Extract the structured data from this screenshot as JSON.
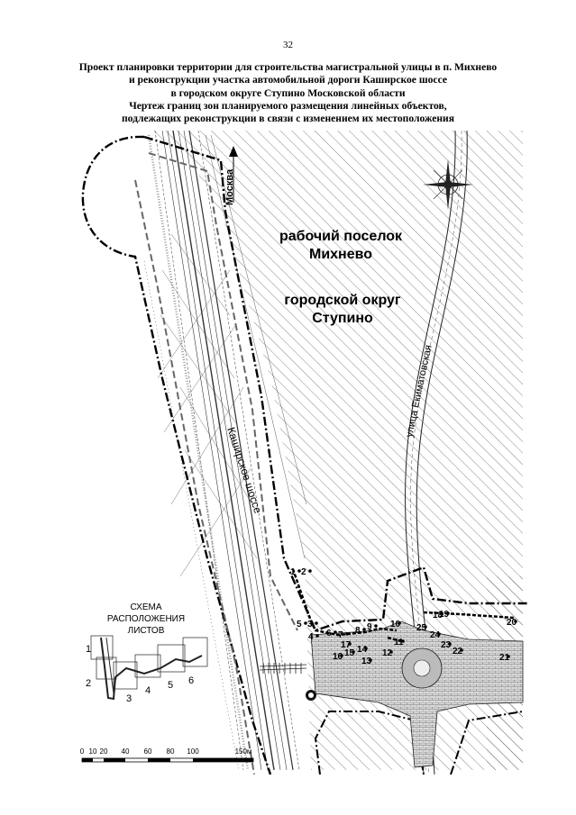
{
  "page_number": "32",
  "title_lines": [
    "Проект планировки территории для строительства магистральной улицы в п. Михнево",
    "и реконструкции участка автомобильной дороги Каширское шоссе",
    "в городском округе Ступино Московской области",
    "Чертеж границ зон планируемого размещения линейных объектов,",
    "подлежащих реконструкции в связи с изменением их местоположения"
  ],
  "map": {
    "labels": {
      "moskva": "Москва",
      "settlement_line1": "рабочий поселок",
      "settlement_line2": "Михнево",
      "district_line1": "городской округ",
      "district_line2": "Ступино",
      "kashirskoe": "Каширское шоссе",
      "ekimatovskaya": "улица Екиматовская"
    },
    "point_numbers": [
      "1",
      "2",
      "3",
      "4",
      "5",
      "6",
      "7",
      "8",
      "9",
      "10",
      "11",
      "12",
      "13",
      "14",
      "15",
      "16",
      "17",
      "18",
      "19",
      "20",
      "21",
      "22",
      "23",
      "24",
      "25"
    ]
  },
  "sheet_scheme": {
    "title_line1": "СХЕМА",
    "title_line2": "РАСПОЛОЖЕНИЯ",
    "title_line3": "ЛИСТОВ",
    "sheets": [
      "1",
      "2",
      "3",
      "4",
      "5",
      "6"
    ]
  },
  "scale_bar": {
    "ticks": [
      "0",
      "10",
      "20",
      "40",
      "60",
      "80",
      "100",
      "150м"
    ]
  }
}
